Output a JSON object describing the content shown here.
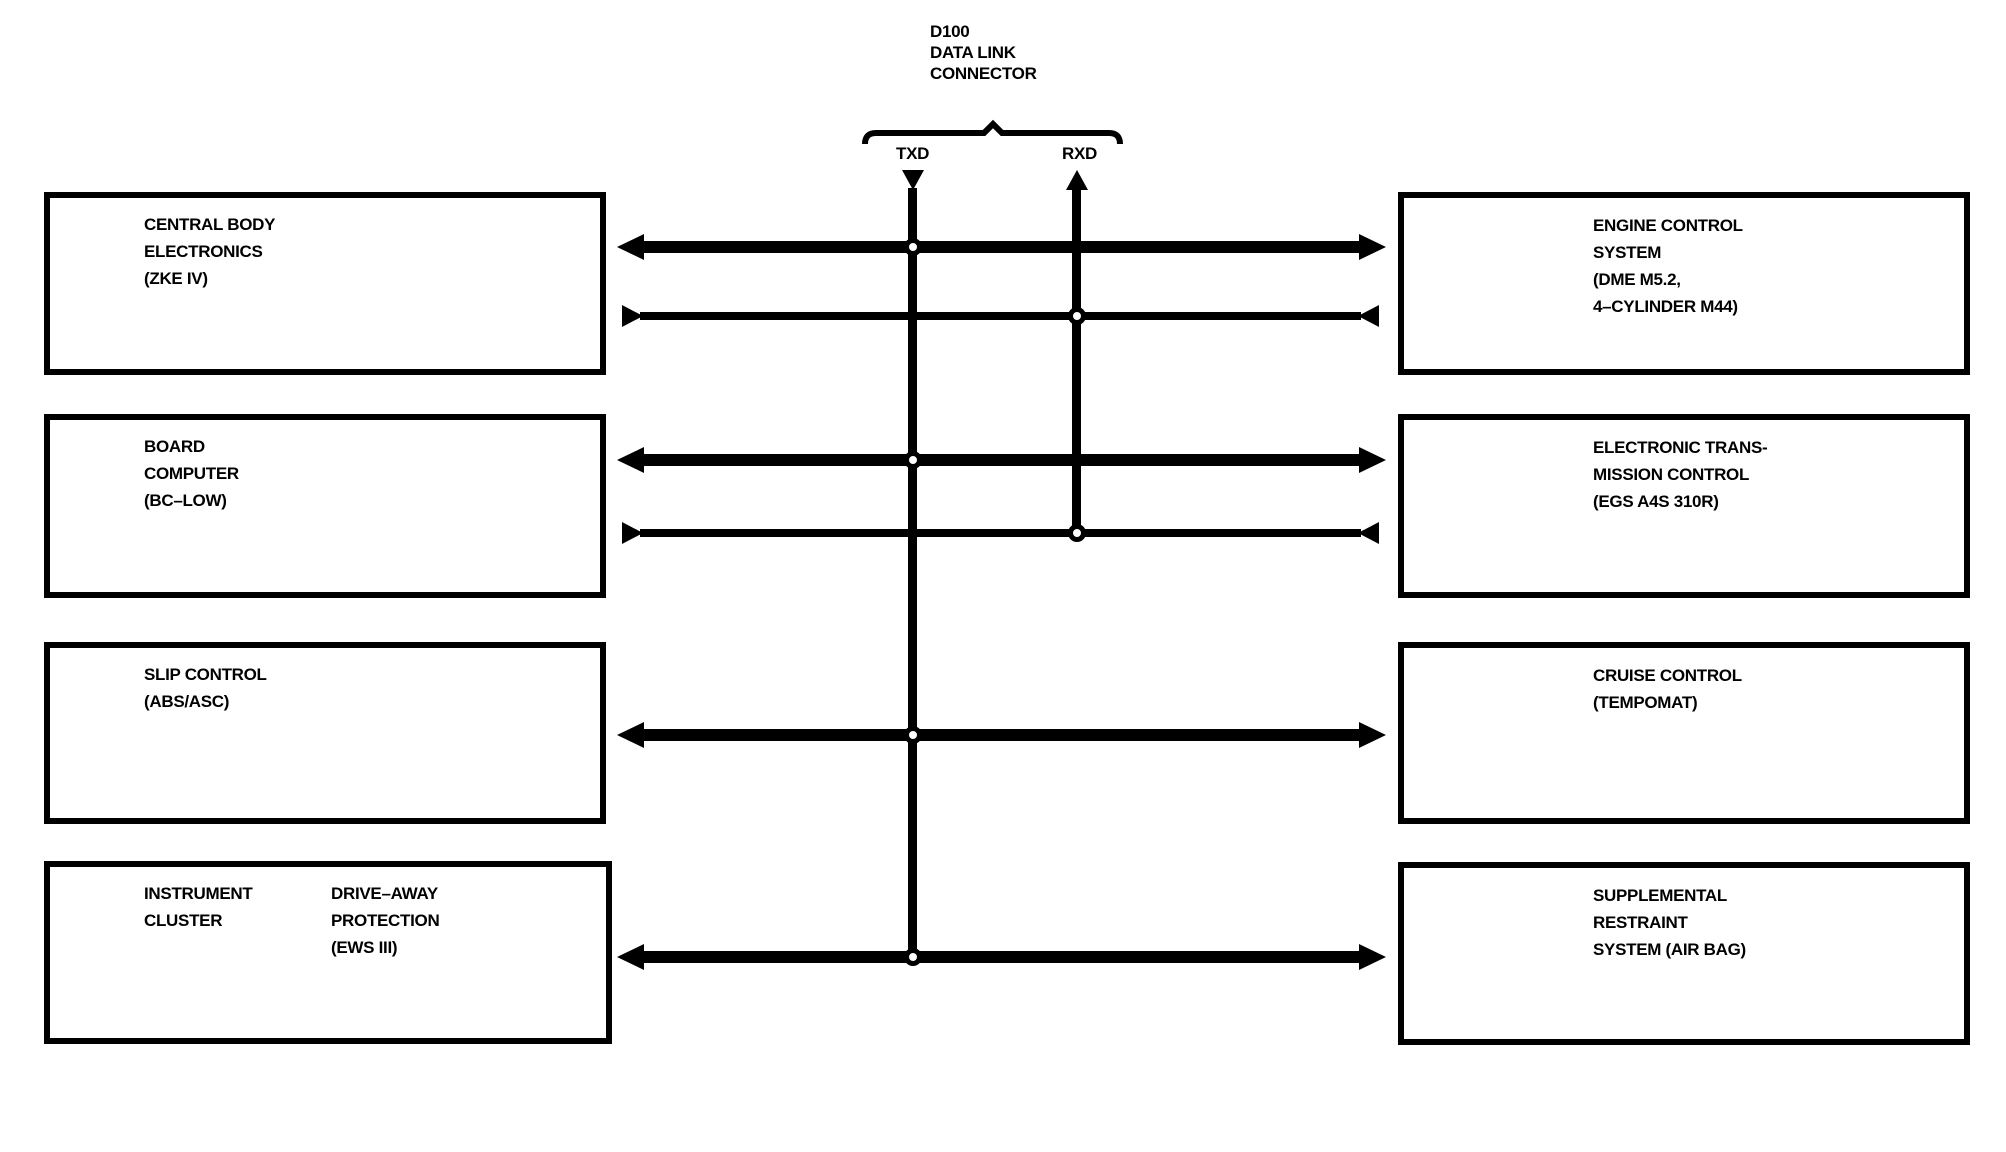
{
  "page": {
    "background": "#ffffff",
    "ink": "#000000"
  },
  "connector": {
    "label_lines": [
      "D100",
      "DATA LINK",
      "CONNECTOR"
    ],
    "txd_label": "TXD",
    "rxd_label": "RXD"
  },
  "left_modules": [
    {
      "id": "zke",
      "lines": [
        "CENTRAL BODY",
        "ELECTRONICS",
        "(ZKE IV)"
      ]
    },
    {
      "id": "bc",
      "lines": [
        "BOARD",
        "COMPUTER",
        "(BC–LOW)"
      ]
    },
    {
      "id": "abs",
      "lines": [
        "SLIP CONTROL",
        "(ABS/ASC)"
      ]
    },
    {
      "id": "cluster_ews",
      "columns": [
        [
          "INSTRUMENT",
          "CLUSTER"
        ],
        [
          "DRIVE–AWAY",
          "PROTECTION",
          "(EWS III)"
        ]
      ]
    }
  ],
  "right_modules": [
    {
      "id": "dme",
      "lines": [
        "ENGINE CONTROL",
        "SYSTEM",
        "(DME M5.2,",
        "4–CYLINDER M44)"
      ]
    },
    {
      "id": "egs",
      "lines": [
        "ELECTRONIC TRANS-",
        "MISSION CONTROL",
        "(EGS A4S 310R)"
      ]
    },
    {
      "id": "cc",
      "lines": [
        "CRUISE CONTROL",
        "(TEMPOMAT)"
      ]
    },
    {
      "id": "srs",
      "lines": [
        "SUPPLEMENTAL",
        "RESTRAINT",
        "SYSTEM (AIR BAG)"
      ]
    }
  ],
  "diagram_data": {
    "type": "block-diagram",
    "connector": "D100 DATA LINK CONNECTOR",
    "signals": [
      "TXD",
      "RXD"
    ],
    "links": [
      {
        "left": "zke",
        "right": "dme",
        "bus": "TXD",
        "arrows": "outward-both",
        "weight": "thick"
      },
      {
        "left": "zke",
        "right": "dme",
        "bus": "RXD",
        "arrows": "inward-both",
        "weight": "thin"
      },
      {
        "left": "bc",
        "right": "egs",
        "bus": "TXD",
        "arrows": "outward-both",
        "weight": "thick"
      },
      {
        "left": "bc",
        "right": "egs",
        "bus": "RXD",
        "arrows": "inward-both",
        "weight": "thin"
      },
      {
        "left": "abs",
        "right": "cc",
        "bus": "TXD",
        "arrows": "outward-both",
        "weight": "thick"
      },
      {
        "left": "cluster_ews",
        "right": "srs",
        "bus": "TXD",
        "arrows": "outward-both",
        "weight": "thick"
      }
    ]
  }
}
